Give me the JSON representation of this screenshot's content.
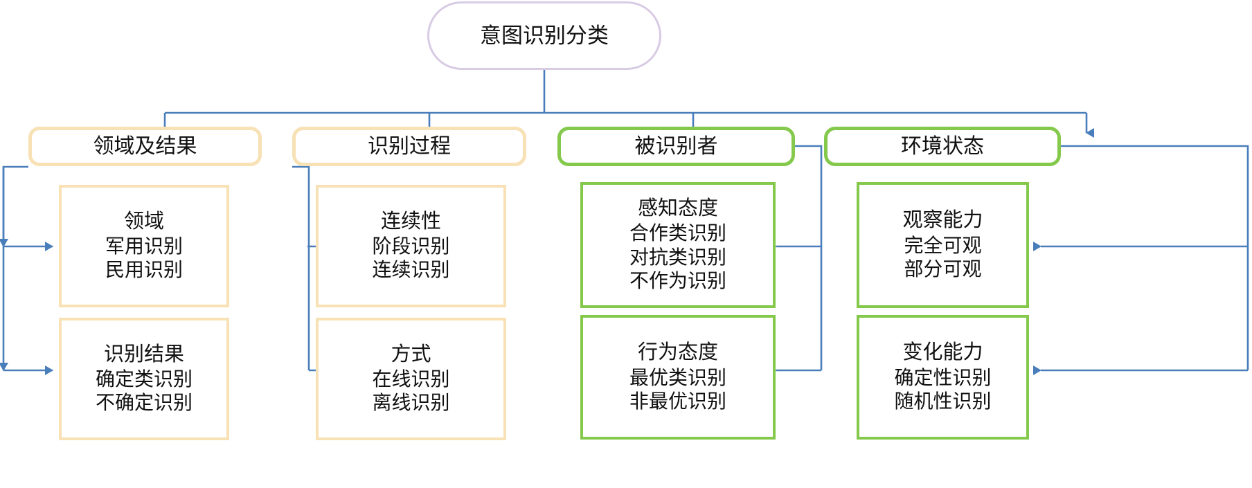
{
  "diagram": {
    "title": "意图识别分类",
    "root": {
      "label": "意图识别分类"
    },
    "colors": {
      "root_border": "#d8cbe4",
      "tan_border": "#f7e1b5",
      "green_border": "#85c94c",
      "connector": "#4a7ebb",
      "text": "#111111",
      "background": "#ffffff"
    },
    "columns": [
      {
        "header": "领域及结果",
        "accent": "tan",
        "children": [
          {
            "title": "领域",
            "lines": [
              "军用识别",
              "民用识别"
            ]
          },
          {
            "title": "识别结果",
            "lines": [
              "确定类识别",
              "不确定识别"
            ]
          }
        ]
      },
      {
        "header": "识别过程",
        "accent": "tan",
        "children": [
          {
            "title": "连续性",
            "lines": [
              "阶段识别",
              "连续识别"
            ]
          },
          {
            "title": "方式",
            "lines": [
              "在线识别",
              "离线识别"
            ]
          }
        ]
      },
      {
        "header": "被识别者",
        "accent": "green",
        "children": [
          {
            "title": "感知态度",
            "lines": [
              "合作类识别",
              "对抗类识别",
              "不作为识别"
            ]
          },
          {
            "title": "行为态度",
            "lines": [
              "最优类识别",
              "非最优识别"
            ]
          }
        ]
      },
      {
        "header": "环境状态",
        "accent": "green",
        "children": [
          {
            "title": "观察能力",
            "lines": [
              "完全可观",
              "部分可观"
            ]
          },
          {
            "title": "变化能力",
            "lines": [
              "确定性识别",
              "随机性识别"
            ]
          }
        ]
      }
    ]
  }
}
